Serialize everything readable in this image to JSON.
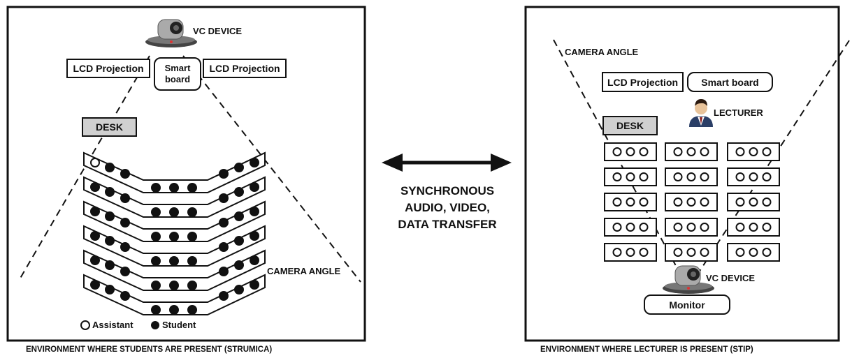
{
  "left": {
    "vc_device": "VC DEVICE",
    "lcd_left": "LCD Projection",
    "smart_board": "Smart board",
    "lcd_right": "LCD Projection",
    "desk": "DESK",
    "camera_angle": "CAMERA ANGLE",
    "legend_assistant": "Assistant",
    "legend_student": "Student",
    "caption": "ENVIRONMENT WHERE STUDENTS ARE PRESENT (STRUMICA)"
  },
  "middle": {
    "line1": "SYNCHRONOUS",
    "line2": "AUDIO, VIDEO,",
    "line3": "DATA TRANSFER"
  },
  "right": {
    "camera_angle": "CAMERA ANGLE",
    "lcd": "LCD Projection",
    "smart_board": "Smart board",
    "lecturer": "LECTURER",
    "desk": "DESK",
    "vc_device": "VC DEVICE",
    "monitor": "Monitor",
    "caption": "ENVIRONMENT WHERE LECTURER IS PRESENT (STIP)"
  }
}
